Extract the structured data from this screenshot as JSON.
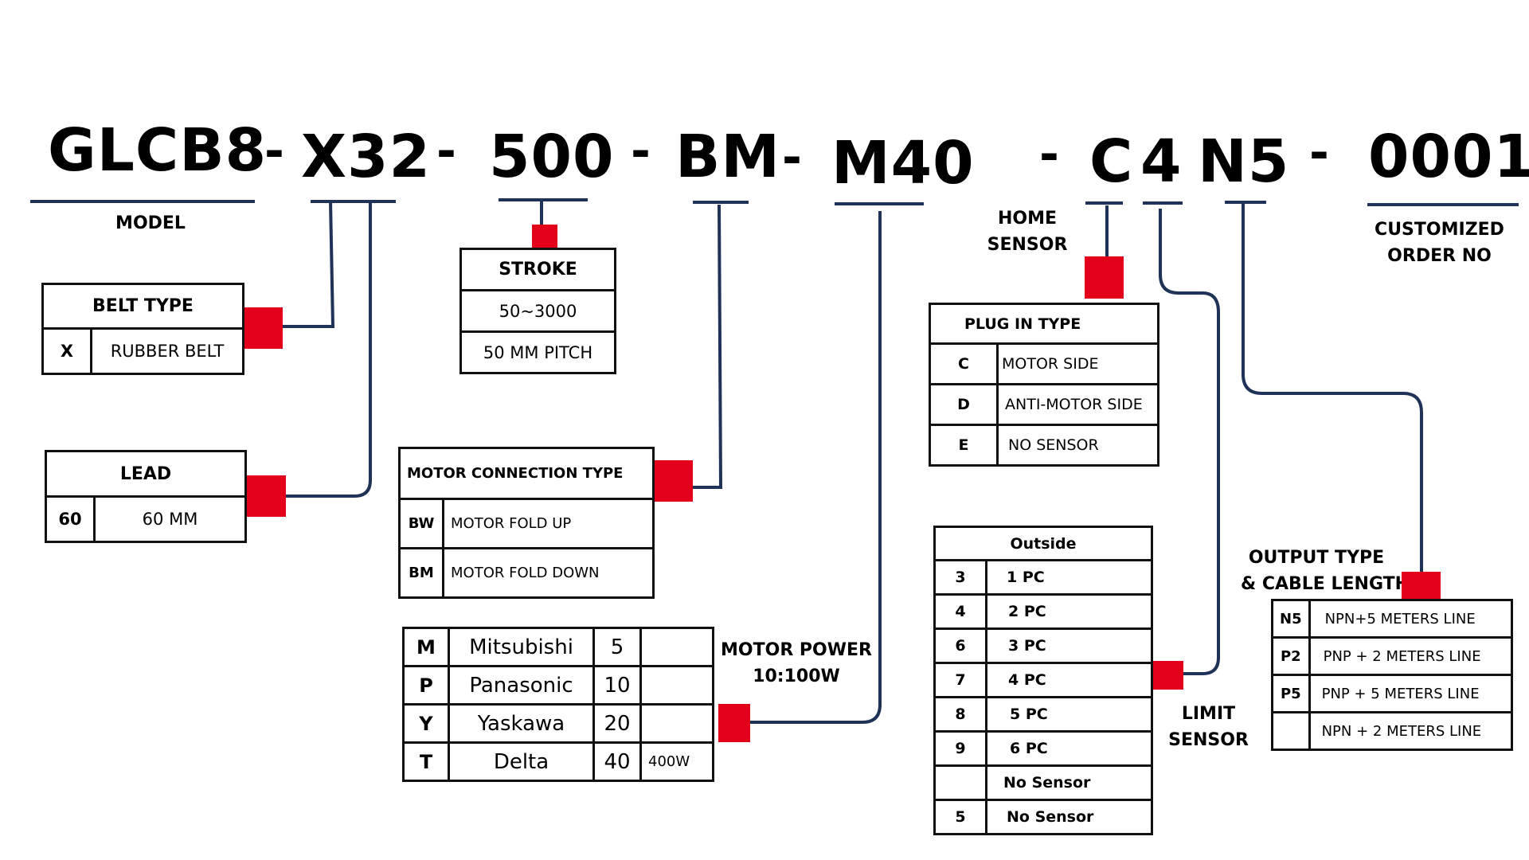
{
  "part_number": {
    "segments": [
      "GLCB8",
      "X32",
      "500",
      "BM",
      "M40",
      "C",
      "4",
      "N5",
      "0001"
    ],
    "separator": "-"
  },
  "labels": {
    "model": "MODEL",
    "home_sensor": [
      "HOME",
      "SENSOR"
    ],
    "customized_order": [
      "CUSTOMIZED",
      "ORDER NO"
    ],
    "motor_power": [
      "MOTOR POWER",
      "10:100W"
    ],
    "limit_sensor": [
      "LIMIT",
      "SENSOR"
    ],
    "output_type": [
      "OUTPUT TYPE",
      "& CABLE LENGTH"
    ]
  },
  "belt_type": {
    "title": "BELT TYPE",
    "rows": [
      {
        "code": "X",
        "desc": "RUBBER BELT"
      }
    ]
  },
  "lead": {
    "title": "LEAD",
    "rows": [
      {
        "code": "60",
        "desc": "60 MM"
      }
    ]
  },
  "stroke": {
    "title": "STROKE",
    "rows": [
      "50~3000",
      "50 MM PITCH"
    ]
  },
  "motor_connection": {
    "title": "MOTOR CONNECTION TYPE",
    "rows": [
      {
        "code": "BW",
        "desc": "MOTOR FOLD UP"
      },
      {
        "code": "BM",
        "desc": "MOTOR FOLD DOWN"
      }
    ]
  },
  "motor_brand": {
    "rows": [
      {
        "code": "M",
        "brand": "Mitsubishi",
        "power": "5",
        "extra": ""
      },
      {
        "code": "P",
        "brand": "Panasonic",
        "power": "10",
        "extra": ""
      },
      {
        "code": "Y",
        "brand": "Yaskawa",
        "power": "20",
        "extra": ""
      },
      {
        "code": "T",
        "brand": "Delta",
        "power": "40",
        "extra": "400W"
      }
    ]
  },
  "plug_in_type": {
    "title": "PLUG IN TYPE",
    "rows": [
      {
        "code": "C",
        "desc": "MOTOR SIDE"
      },
      {
        "code": "D",
        "desc": "ANTI-MOTOR SIDE"
      },
      {
        "code": "E",
        "desc": "NO SENSOR"
      }
    ]
  },
  "limit_sensor_table": {
    "title": "Outside",
    "rows": [
      {
        "code": "3",
        "desc": "1 PC"
      },
      {
        "code": "4",
        "desc": "2 PC"
      },
      {
        "code": "6",
        "desc": "3 PC"
      },
      {
        "code": "7",
        "desc": "4 PC"
      },
      {
        "code": "8",
        "desc": "5 PC"
      },
      {
        "code": "9",
        "desc": "6 PC"
      },
      {
        "code": "",
        "desc": "No Sensor"
      },
      {
        "code": "5",
        "desc": "No Sensor"
      }
    ]
  },
  "output_type_table": {
    "rows": [
      {
        "code": "N5",
        "desc": "NPN+5 METERS LINE"
      },
      {
        "code": "P2",
        "desc": "PNP + 2 METERS LINE"
      },
      {
        "code": "P5",
        "desc": "PNP + 5 METERS LINE"
      },
      {
        "code": "",
        "desc": "NPN + 2 METERS LINE"
      }
    ]
  },
  "colors": {
    "connector": "#e3001b",
    "wire": "#1f3257",
    "text": "#000000"
  }
}
